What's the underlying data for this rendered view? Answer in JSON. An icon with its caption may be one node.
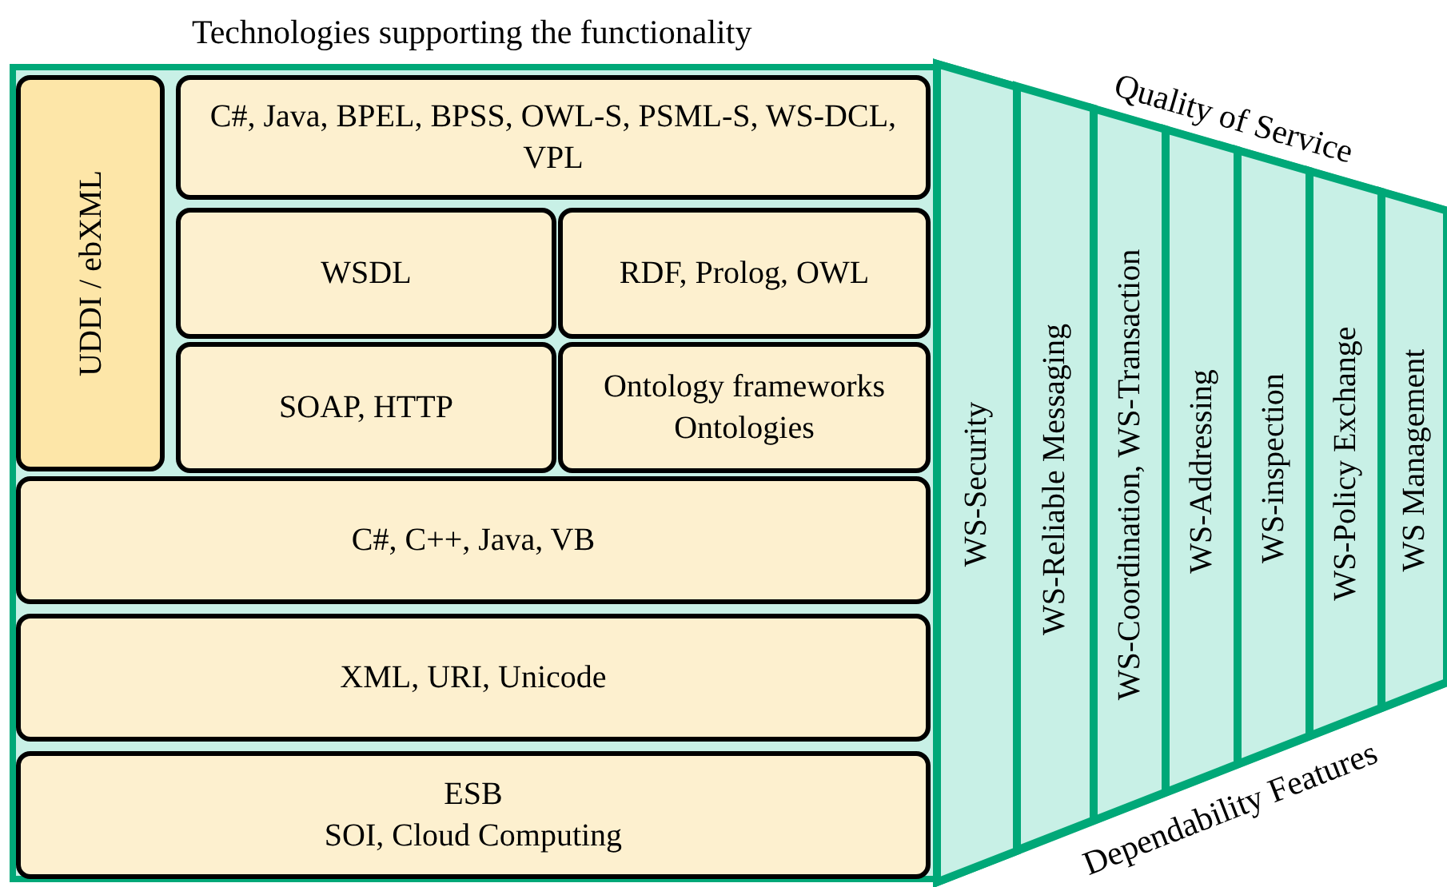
{
  "diagram": {
    "nodes": [
      {
        "text": [
          "Technologies supporting the functionality"
        ]
      },
      {
        "text": [
          "UDDI / ebXML"
        ],
        "in": 0
      },
      {
        "text": [
          "C#, Java, BPEL, BPSS, OWL-S, PSML-S, WS-DCL, VPL"
        ],
        "in": 0
      },
      {
        "text": [
          "WSDL"
        ],
        "in": 0
      },
      {
        "text": [
          "RDF, Prolog, OWL"
        ],
        "in": 0
      },
      {
        "text": [
          "SOAP, HTTP"
        ],
        "in": 0
      },
      {
        "text": [
          "Ontology frameworks Ontologies"
        ],
        "in": 0
      },
      {
        "text": [
          "C#, C++, Java, VB"
        ],
        "in": 0
      },
      {
        "text": [
          "XML, URI, Unicode"
        ],
        "in": 0
      },
      {
        "text": [
          "ESB",
          "SOI, Cloud Computing"
        ],
        "in": 0
      },
      {
        "text": [
          "Quality of Service",
          "Dependability Features"
        ]
      },
      {
        "text": [
          "WS-Security"
        ],
        "in": 10
      },
      {
        "text": [
          "WS-Reliable Messaging"
        ],
        "in": 10
      },
      {
        "text": [
          "WS-Coordination, WS-Transaction"
        ],
        "in": 10
      },
      {
        "text": [
          "WS-Addressing"
        ],
        "in": 10
      },
      {
        "text": [
          "WS-inspection"
        ],
        "in": 10
      },
      {
        "text": [
          "WS-Policy Exchange"
        ],
        "in": 10
      },
      {
        "text": [
          "WS Management"
        ],
        "in": 10
      }
    ]
  }
}
